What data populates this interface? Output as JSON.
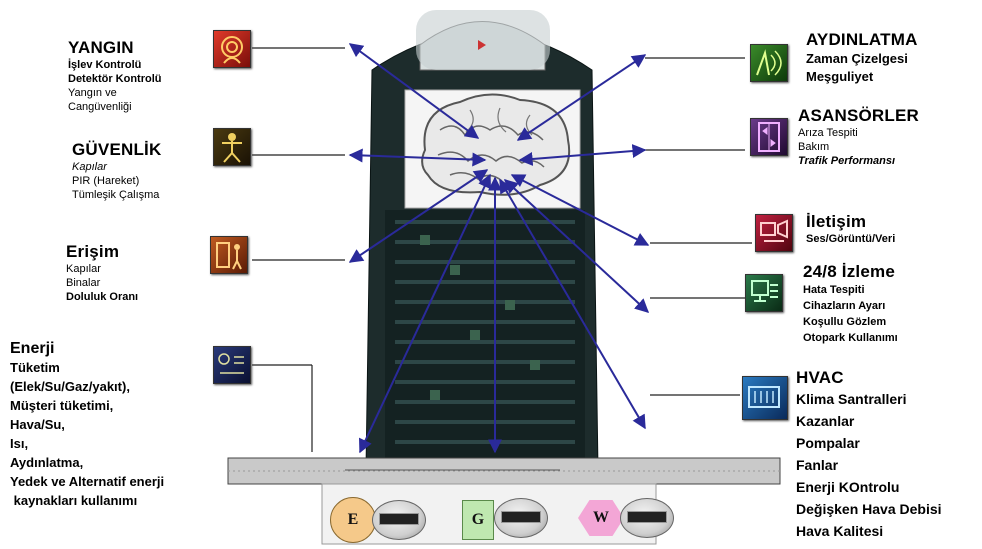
{
  "left_groups": [
    {
      "title": "YANGIN",
      "items": [
        "İşlev Kontrolü",
        "Detektör Kontrolü",
        "Yangın ve",
        "Cangüvenliği"
      ]
    },
    {
      "title": "GÜVENLİK",
      "items": [
        "Kapılar",
        "PIR (Hareket)",
        "Tümleşik Çalışma"
      ]
    },
    {
      "title": "Erişim",
      "items": [
        "Kapılar",
        "Binalar",
        "Doluluk Oranı"
      ]
    }
  ],
  "energy": {
    "title": "Enerji",
    "items": [
      "Tüketim",
      "(Elek/Su/Gaz/yakıt),",
      "Müşteri tüketimi,",
      "Hava/Su,",
      "Isı,",
      "Aydınlatma,",
      "Yedek ve Alternatif enerji",
      " kaynakları kullanımı"
    ]
  },
  "right_groups": [
    {
      "title": "AYDINLATMA",
      "items": [
        "Zaman Çizelgesi",
        "Meşguliyet"
      ]
    },
    {
      "title": "ASANSÖRLER",
      "items": [
        "Arıza Tespiti",
        "Bakım",
        "Trafik Performansı"
      ]
    },
    {
      "title": "İletişim",
      "items": [
        "Ses/Görüntü/Veri"
      ]
    },
    {
      "title": "24/8 İzleme",
      "items": [
        "Hata Tespiti",
        "Cihazların Ayarı",
        "Koşullu Gözlem",
        "Otopark Kullanımı"
      ]
    }
  ],
  "hvac": {
    "title": "HVAC",
    "items": [
      "Klima Santralleri",
      "Kazanlar",
      "Pompalar",
      "Fanlar",
      "Enerji KOntrolu",
      "Değişken Hava Debisi",
      "Hava Kalitesi"
    ]
  },
  "meters": [
    {
      "label": "E",
      "color": "#f5c98a"
    },
    {
      "label": "G",
      "color": "#bfe8b0"
    },
    {
      "label": "W",
      "color": "#f3a6d6"
    }
  ],
  "icons": [
    {
      "name": "fire-icon",
      "color": "#c0201a"
    },
    {
      "name": "security-guard-icon",
      "color": "#7a5a10"
    },
    {
      "name": "access-door-icon",
      "color": "#b0401a"
    },
    {
      "name": "energy-meter-icon",
      "color": "#1c2f6a"
    },
    {
      "name": "lighting-icon",
      "color": "#2e6a1e"
    },
    {
      "name": "elevator-icon",
      "color": "#5a2a7a"
    },
    {
      "name": "communication-icon",
      "color": "#a0102a"
    },
    {
      "name": "monitoring-icon",
      "color": "#1f6a3a"
    },
    {
      "name": "hvac-icon",
      "color": "#1a5a9a"
    }
  ]
}
